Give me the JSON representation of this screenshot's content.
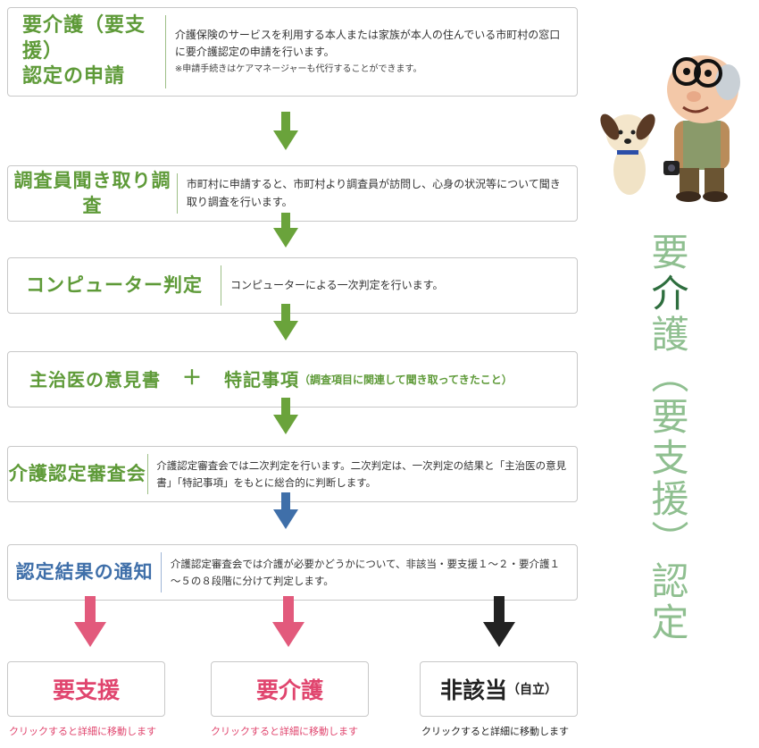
{
  "steps": [
    {
      "title": "要介護（要支援）\n認定の申請",
      "description": "介護保険のサービスを利用する本人または家族が本人の住んでいる市町村の窓口に要介護認定の申請を行います。",
      "note": "※申請手続きはケアマネージャーも代行することができます。"
    },
    {
      "title": "調査員聞き取り調査",
      "description": "市町村に申請すると、市町村より調査員が訪問し、心身の状況等について聞き取り調査を行います。"
    },
    {
      "title": "コンピューター判定",
      "description": "コンピューターによる一次判定を行います。"
    },
    {
      "title_left": "主治医の意見書",
      "plus": "＋",
      "title_right": "特記事項",
      "title_right_sub": "（調査項目に関連して聞き取ってきたこと）"
    },
    {
      "title": "介護認定審査会",
      "description": "介護認定審査会では二次判定を行います。二次判定は、一次判定の結果と「主治医の意見書」「特記事項」をもとに総合的に判断します。"
    },
    {
      "title": "認定結果の通知",
      "description": "介護認定審査会では介護が必要かどうかについて、非該当・要支援１～２・要介護１～５の８段階に分けて判定します。"
    }
  ],
  "results": [
    {
      "label": "要支援",
      "note": "クリックすると詳細に移動します"
    },
    {
      "label": "要介護",
      "note": "クリックすると詳細に移動します"
    },
    {
      "label": "非該当",
      "label_sub": "（自立）",
      "note": "クリックすると詳細に移動します"
    }
  ],
  "vertical_title": {
    "p1": "要",
    "p2": "介",
    "p3": "護（要支援）認定"
  },
  "colors": {
    "green": "#6aa33b",
    "blue": "#3f6fa9",
    "pink": "#e25a7c",
    "black": "#222222"
  }
}
